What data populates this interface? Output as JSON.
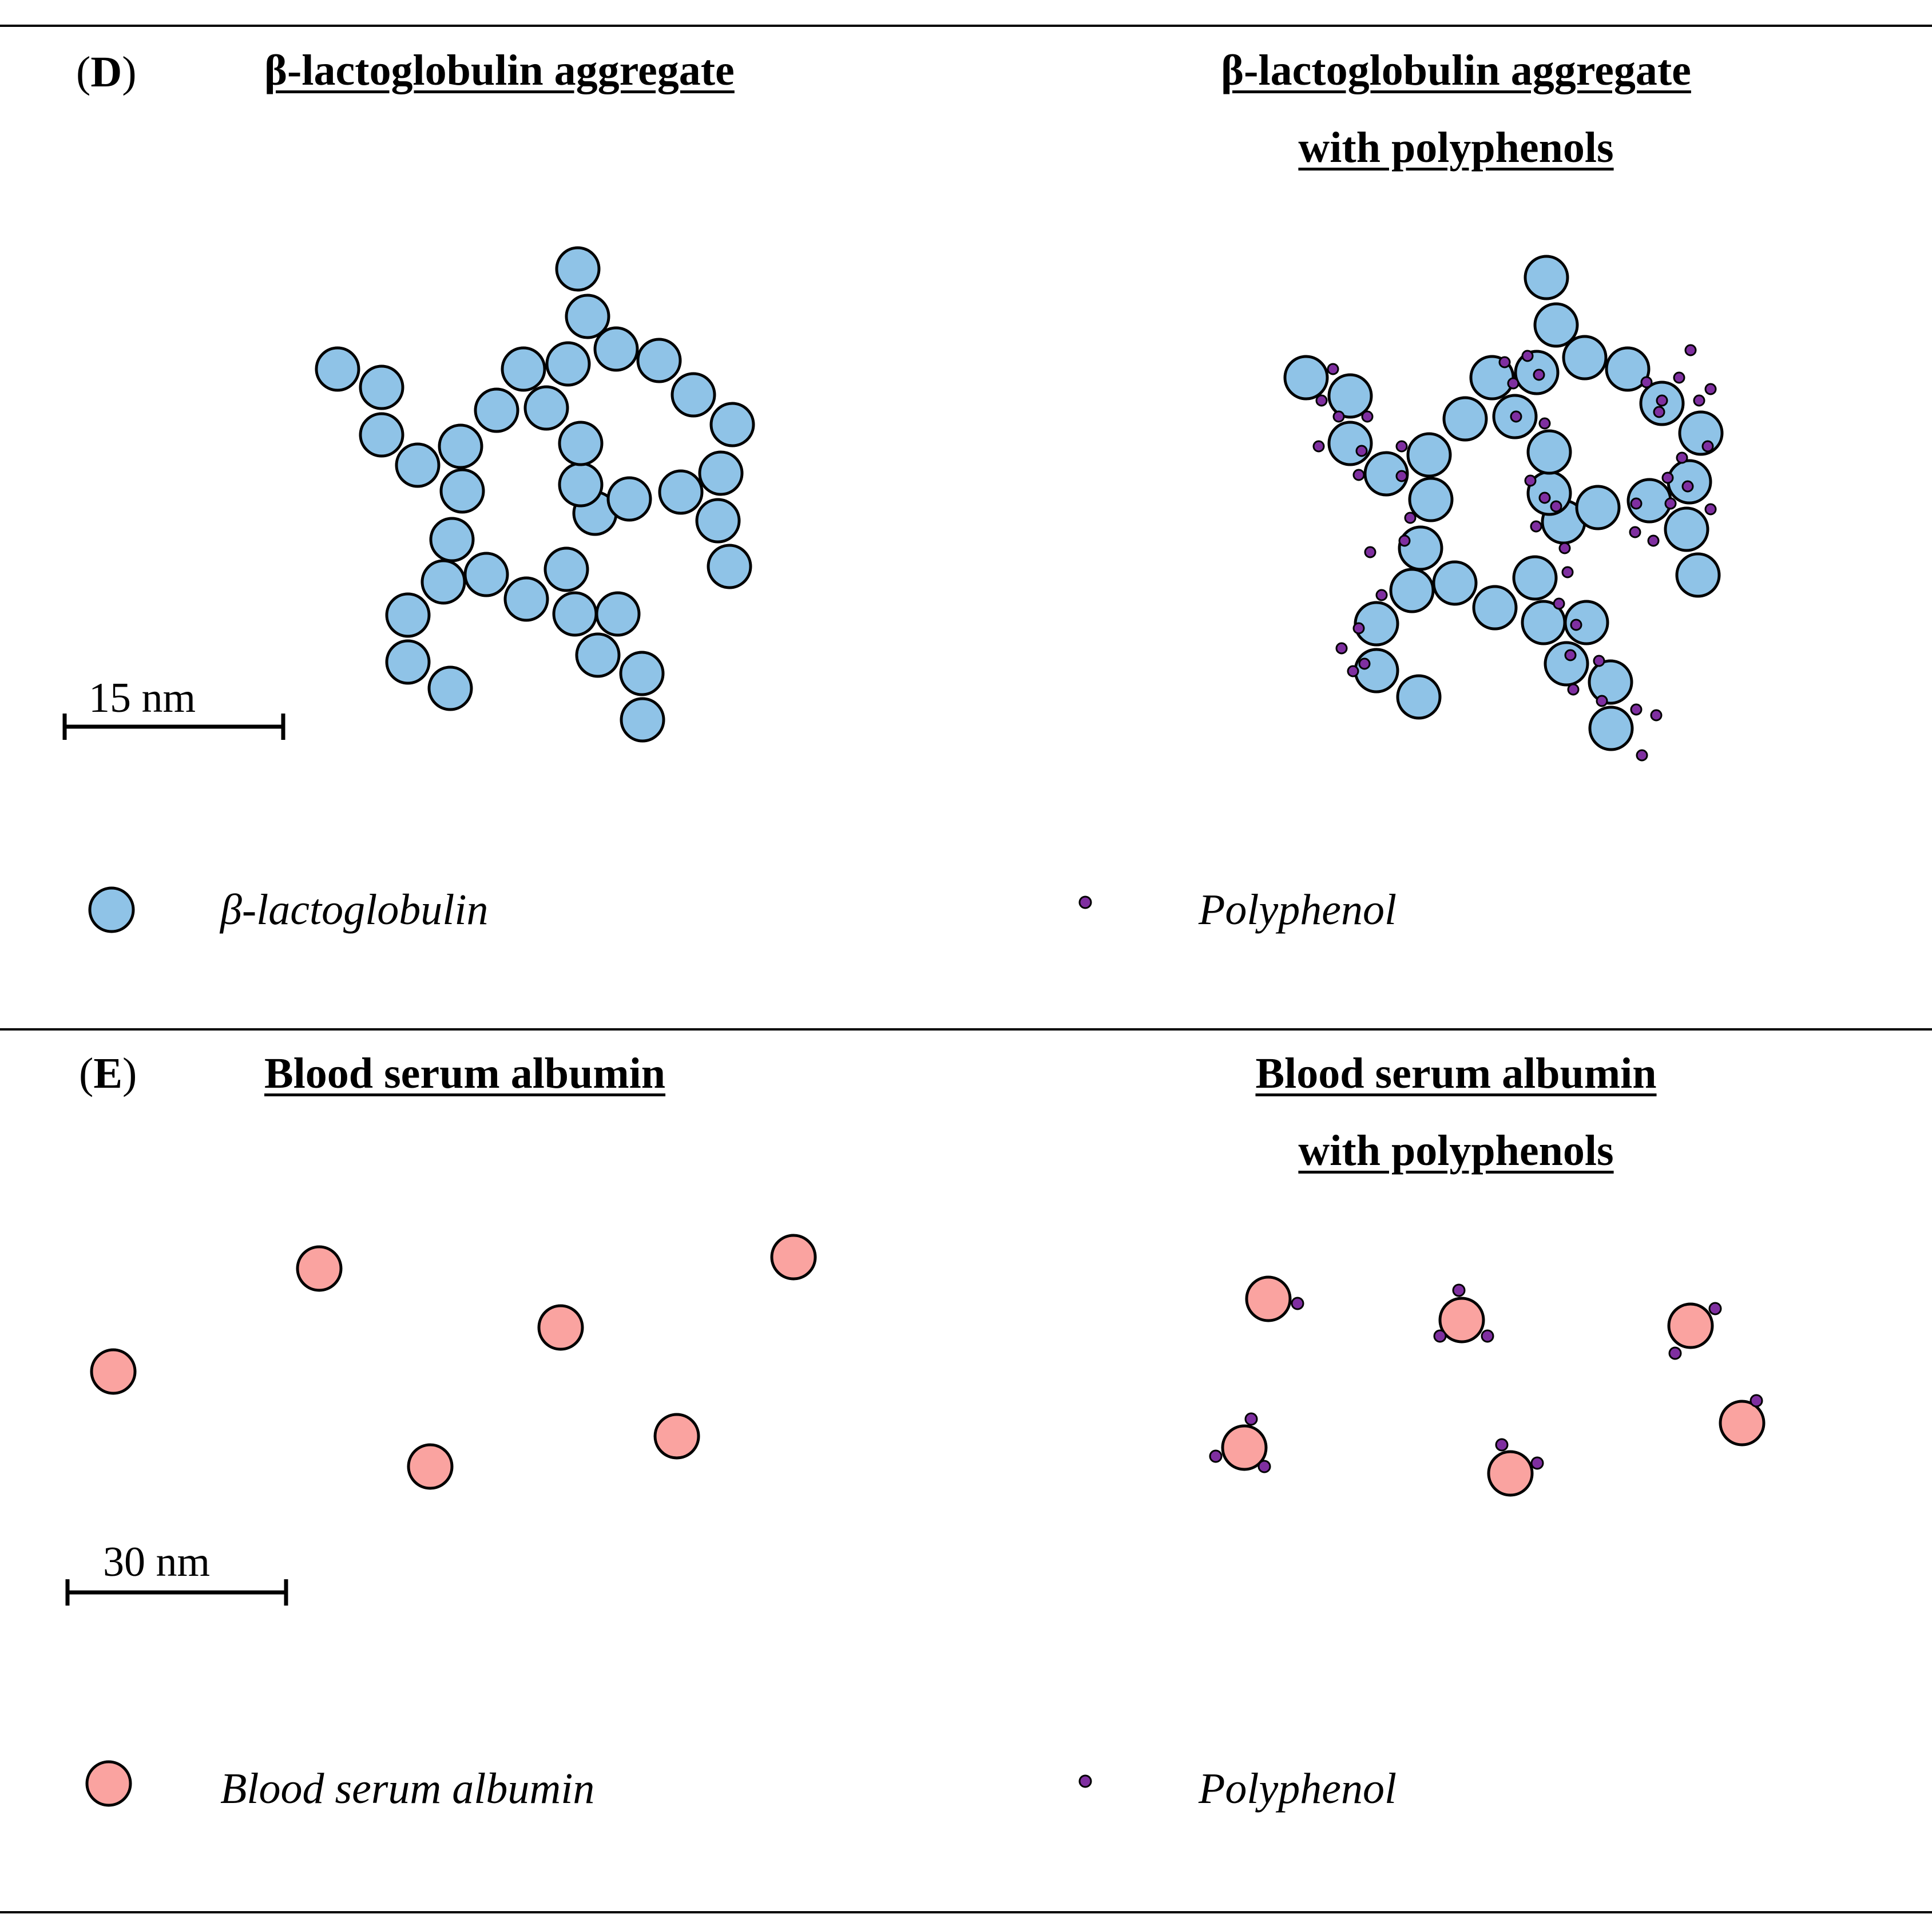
{
  "colors": {
    "lactoglobulin_fill": "#8FC3E7",
    "albumin_fill": "#FAA3A0",
    "polyphenol_fill": "#7F2FA0",
    "outline": "#000000"
  },
  "panel_d": {
    "label_open": "(",
    "label_letter": "D",
    "label_close": ")",
    "title_left": "β-lactoglobulin aggregate",
    "title_right_line1": "β-lactoglobulin aggregate",
    "title_right_line2": "with polyphenols",
    "scale_bar_text": "15 nm",
    "legend_protein": "β-lactoglobulin",
    "legend_polyphenol": "Polyphenol"
  },
  "panel_e": {
    "label_open": "(",
    "label_letter": "E",
    "label_close": ")",
    "title_left": "Blood serum albumin",
    "title_right_line1": "Blood serum albumin",
    "title_right_line2": "with polyphenols",
    "scale_bar_text": "30 nm",
    "legend_protein": "Blood serum albumin",
    "legend_polyphenol": "Polyphenol"
  }
}
